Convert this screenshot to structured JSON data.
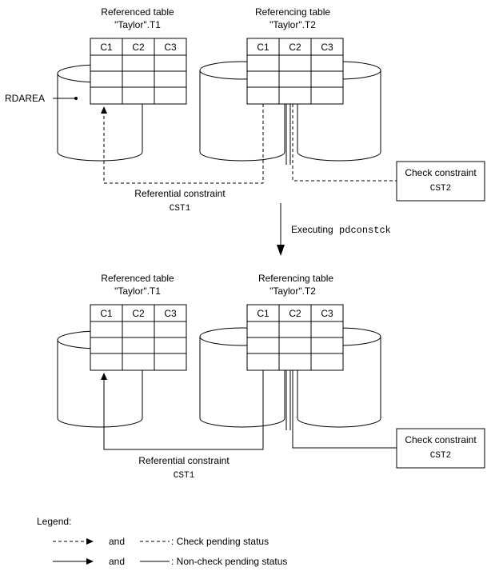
{
  "before": {
    "referenced_table": {
      "heading": "Referenced table",
      "name": "\"Taylor\".T1",
      "columns": [
        "C1",
        "C2",
        "C3"
      ]
    },
    "referencing_table": {
      "heading": "Referencing table",
      "name": "\"Taylor\".T2",
      "columns": [
        "C1",
        "C2",
        "C3"
      ]
    },
    "rdarea_label": "RDAREA",
    "referential_constraint": {
      "label": "Referential constraint",
      "name": "CST1"
    },
    "check_constraint": {
      "label": "Check constraint",
      "name": "CST2"
    }
  },
  "step": {
    "label": "Executing",
    "command": "pdconstck"
  },
  "after": {
    "referenced_table": {
      "heading": "Referenced table",
      "name": "\"Taylor\".T1",
      "columns": [
        "C1",
        "C2",
        "C3"
      ]
    },
    "referencing_table": {
      "heading": "Referencing table",
      "name": "\"Taylor\".T2",
      "columns": [
        "C1",
        "C2",
        "C3"
      ]
    },
    "referential_constraint": {
      "label": "Referential constraint",
      "name": "CST1"
    },
    "check_constraint": {
      "label": "Check constraint",
      "name": "CST2"
    }
  },
  "legend": {
    "title": "Legend:",
    "and_word": "and",
    "check_pending": ": Check pending status",
    "non_check_pending": ": Non-check pending status"
  }
}
